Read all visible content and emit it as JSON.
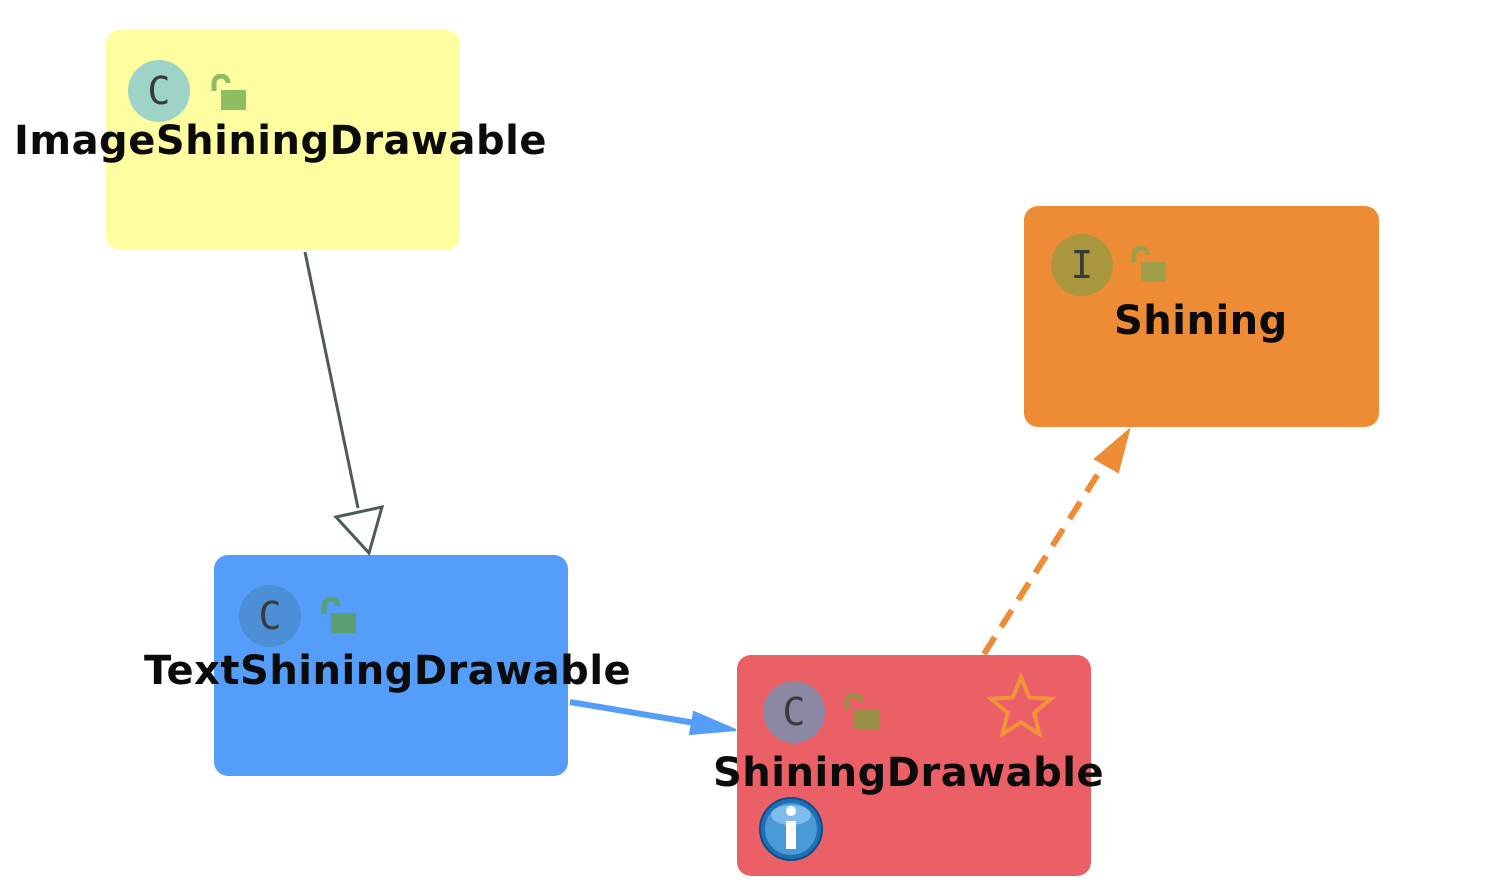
{
  "nodes": {
    "image_shining_drawable": {
      "name": "ImageShiningDrawable",
      "kind": "C",
      "color": "#fefea0"
    },
    "text_shining_drawable": {
      "name": "TextShiningDrawable",
      "kind": "C",
      "color": "#549df9"
    },
    "shining": {
      "name": "Shining",
      "kind": "I",
      "color": "#ed8c35"
    },
    "shining_drawable": {
      "name": "ShiningDrawable",
      "kind": "C",
      "color": "#eb6066"
    }
  },
  "edges": [
    {
      "from": "ImageShiningDrawable",
      "to": "TextShiningDrawable",
      "style": "solid",
      "arrow": "hollow-triangle",
      "color": "#4d5a5a"
    },
    {
      "from": "TextShiningDrawable",
      "to": "ShiningDrawable",
      "style": "solid",
      "arrow": "filled",
      "color": "#549df9"
    },
    {
      "from": "ShiningDrawable",
      "to": "Shining",
      "style": "dashed",
      "arrow": "filled",
      "color": "#ed8c35"
    }
  ],
  "icons": {
    "class_badge": "class-icon",
    "interface_badge": "interface-icon",
    "visibility": "unlocked-padlock-icon",
    "entry_point": "star-icon",
    "info": "info-icon"
  }
}
